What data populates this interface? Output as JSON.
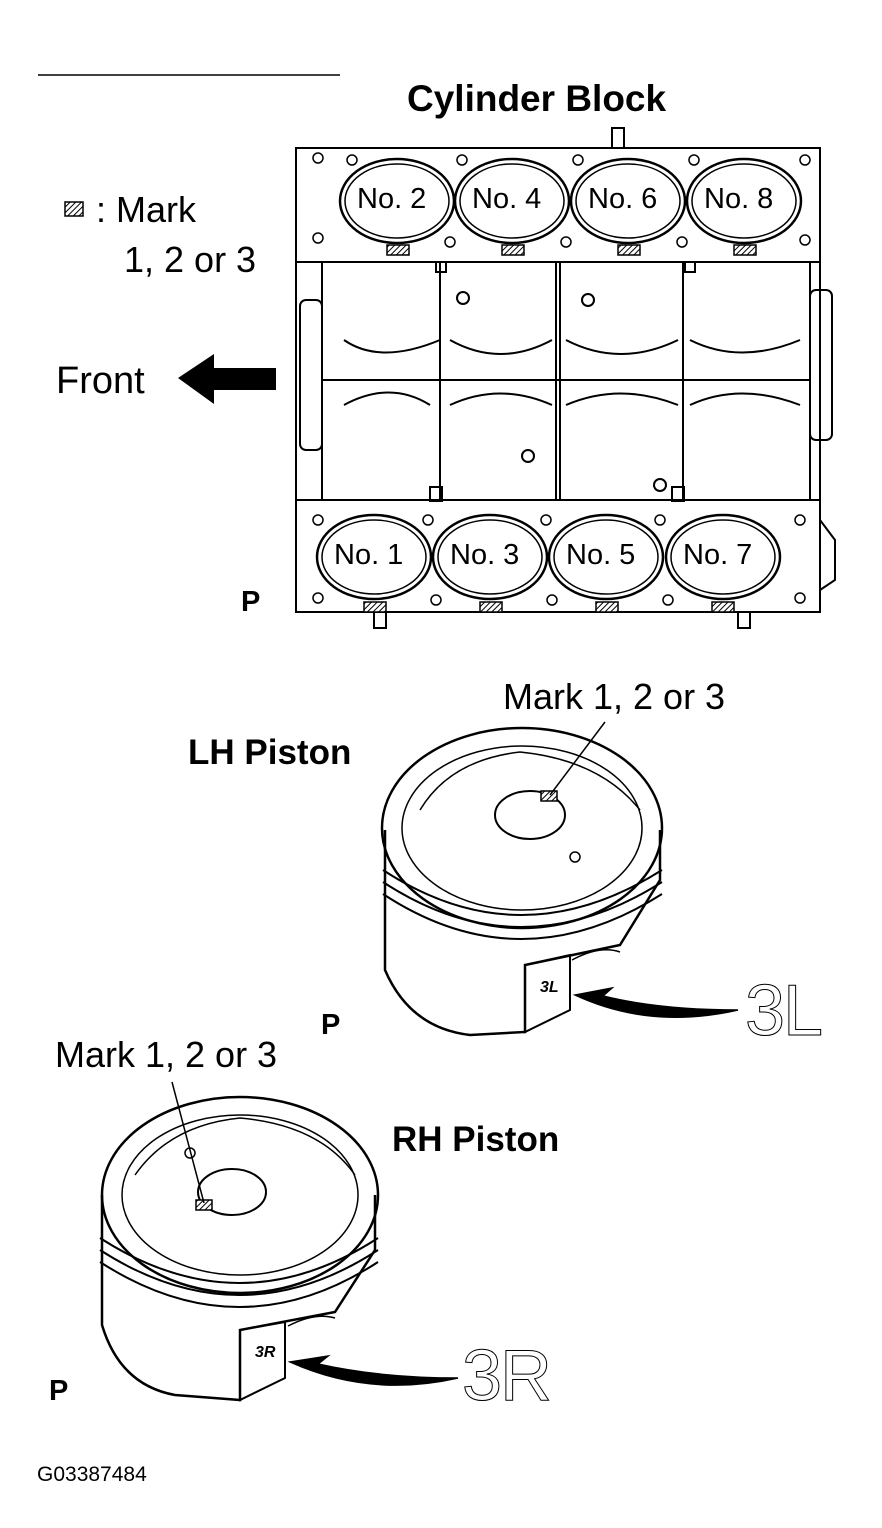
{
  "titles": {
    "cylinder_block": "Cylinder Block",
    "lh_piston": "LH Piston",
    "rh_piston": "RH Piston"
  },
  "legend": {
    "mark_line1": ": Mark",
    "mark_line2": "1, 2 or 3"
  },
  "front_label": "Front",
  "cylinders_top": [
    "No. 2",
    "No. 4",
    "No. 6",
    "No. 8"
  ],
  "cylinders_bottom": [
    "No. 1",
    "No. 3",
    "No. 5",
    "No. 7"
  ],
  "piston_lh": {
    "mark_callout": "Mark 1, 2 or 3",
    "side_code": "3L",
    "small_code": "3L"
  },
  "piston_rh": {
    "mark_callout": "Mark 1, 2 or 3",
    "side_code": "3R",
    "small_code": "3R"
  },
  "p_labels": {
    "block": "P",
    "lh": "P",
    "rh": "P"
  },
  "figure_id": "G03387484"
}
